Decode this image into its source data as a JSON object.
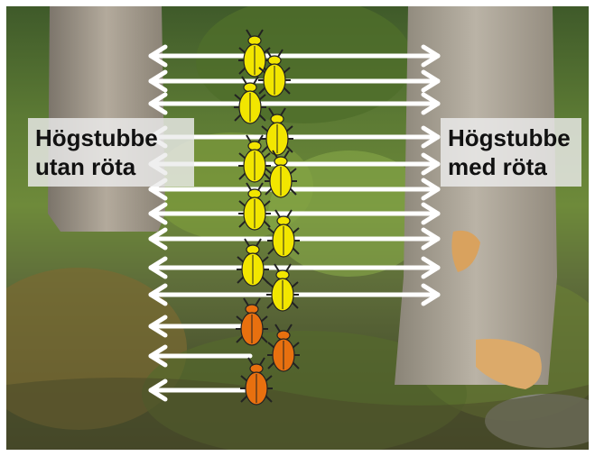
{
  "labels": {
    "left": {
      "line1": "Högstubbe",
      "line2": "utan röta"
    },
    "right": {
      "line1": "Högstubbe",
      "line2": "med röta"
    }
  },
  "colors": {
    "beetle_yellow": "#f2e600",
    "beetle_orange": "#e8700f",
    "arrow": "#ffffff",
    "label_bg": "#ebebeb"
  },
  "beetles": [
    {
      "id": 1,
      "color": "yellow"
    },
    {
      "id": 2,
      "color": "yellow"
    },
    {
      "id": 3,
      "color": "yellow"
    },
    {
      "id": 4,
      "color": "yellow"
    },
    {
      "id": 5,
      "color": "yellow"
    },
    {
      "id": 6,
      "color": "yellow"
    },
    {
      "id": 7,
      "color": "yellow"
    },
    {
      "id": 8,
      "color": "yellow"
    },
    {
      "id": 9,
      "color": "yellow"
    },
    {
      "id": 10,
      "color": "yellow"
    },
    {
      "id": 11,
      "color": "orange"
    },
    {
      "id": 12,
      "color": "orange"
    },
    {
      "id": 13,
      "color": "orange"
    }
  ],
  "arrows": [
    {
      "direction": "both"
    },
    {
      "direction": "both"
    },
    {
      "direction": "both"
    },
    {
      "direction": "both"
    },
    {
      "direction": "both"
    },
    {
      "direction": "both"
    },
    {
      "direction": "both"
    },
    {
      "direction": "both"
    },
    {
      "direction": "both"
    },
    {
      "direction": "both"
    },
    {
      "direction": "left"
    },
    {
      "direction": "left"
    },
    {
      "direction": "left"
    }
  ]
}
